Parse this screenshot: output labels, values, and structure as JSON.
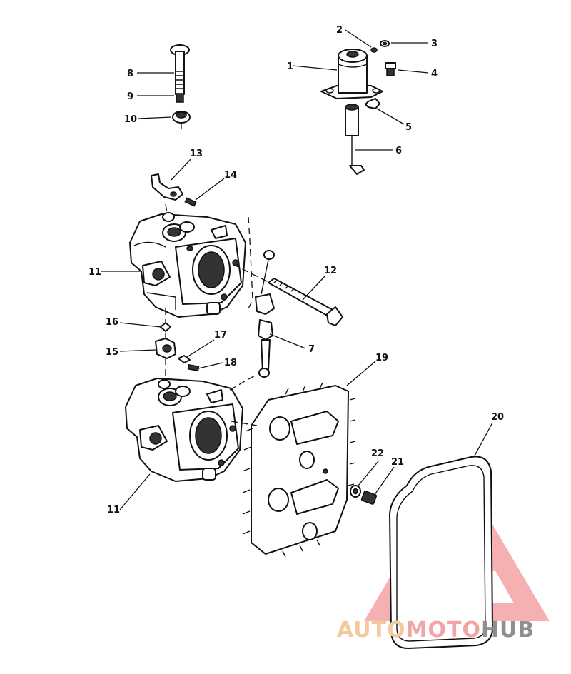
{
  "parts": [
    {
      "id": "1",
      "label": "1"
    },
    {
      "id": "2",
      "label": "2"
    },
    {
      "id": "3",
      "label": "3"
    },
    {
      "id": "4",
      "label": "4"
    },
    {
      "id": "5",
      "label": "5"
    },
    {
      "id": "6",
      "label": "6"
    },
    {
      "id": "7",
      "label": "7"
    },
    {
      "id": "8",
      "label": "8"
    },
    {
      "id": "9",
      "label": "9"
    },
    {
      "id": "10",
      "label": "10"
    },
    {
      "id": "11a",
      "label": "11"
    },
    {
      "id": "11b",
      "label": "11"
    },
    {
      "id": "12",
      "label": "12"
    },
    {
      "id": "13",
      "label": "13"
    },
    {
      "id": "14",
      "label": "14"
    },
    {
      "id": "15",
      "label": "15"
    },
    {
      "id": "16",
      "label": "16"
    },
    {
      "id": "17",
      "label": "17"
    },
    {
      "id": "18",
      "label": "18"
    },
    {
      "id": "19",
      "label": "19"
    },
    {
      "id": "20",
      "label": "20"
    },
    {
      "id": "21",
      "label": "21"
    },
    {
      "id": "22",
      "label": "22"
    }
  ],
  "watermark": {
    "part1": "AUTO",
    "part2": "MOTO",
    "part3": "HUB",
    "colors": {
      "auto": "#f5c9a0",
      "moto": "#f2a5a5",
      "hub": "#8f8f8f",
      "logo": "#f08a8a"
    }
  }
}
